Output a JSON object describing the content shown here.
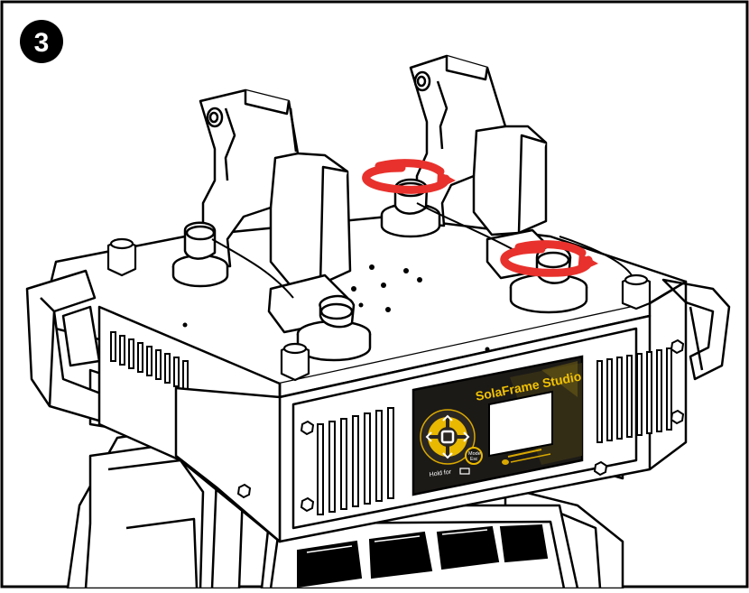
{
  "step": {
    "number": "3"
  },
  "panel": {
    "brand": "SolaFrame Studio",
    "mode_label": "Mode",
    "esc_label": "Esc",
    "hold_label": "Hold for"
  },
  "icons": [
    "step-badge",
    "rotate-arrow-icon",
    "dpad-icon",
    "screen"
  ],
  "colors": {
    "arrow": "#e8312c",
    "panel_bg": "#1c1a17",
    "brand_text": "#f2c200",
    "line": "#000000"
  }
}
